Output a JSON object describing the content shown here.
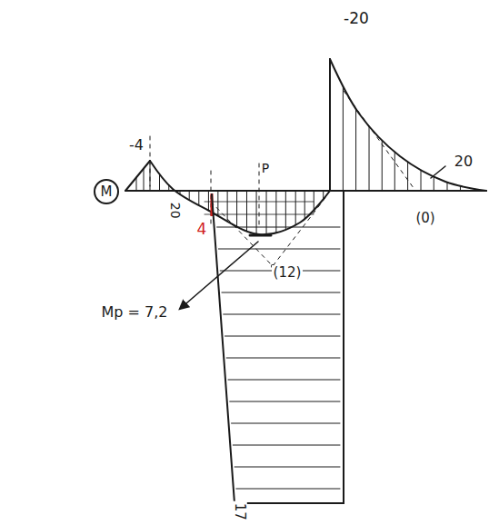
{
  "diagram": {
    "nodes": [
      {
        "text": [
          "M"
        ]
      }
    ],
    "labels": [
      "-20",
      "-4",
      "P",
      "20",
      "20",
      "4",
      "(0)",
      "(12)",
      "Mp = 7,2",
      "17"
    ]
  }
}
